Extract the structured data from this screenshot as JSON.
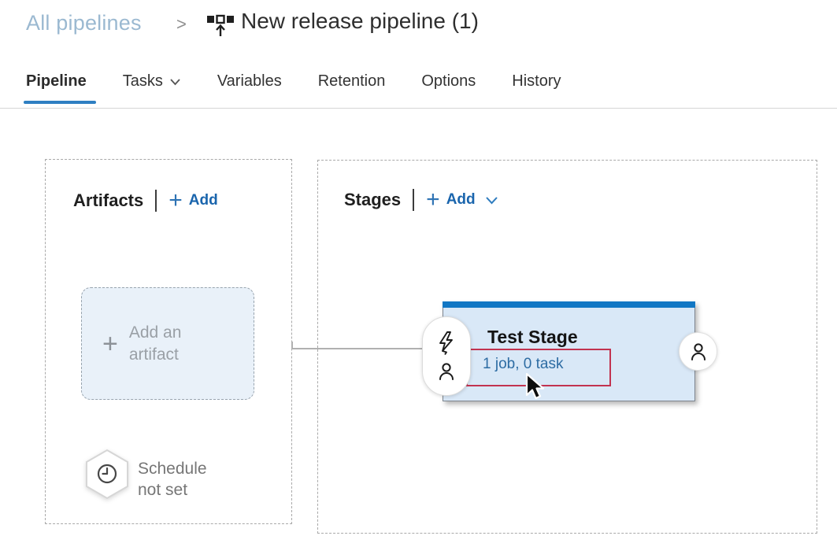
{
  "breadcrumb": {
    "all_pipelines": "All pipelines",
    "separator": ">"
  },
  "header": {
    "title": "New release pipeline (1)"
  },
  "tabs": [
    {
      "label": "Pipeline",
      "active": true
    },
    {
      "label": "Tasks",
      "dropdown": true
    },
    {
      "label": "Variables"
    },
    {
      "label": "Retention"
    },
    {
      "label": "Options"
    },
    {
      "label": "History"
    }
  ],
  "artifacts": {
    "title": "Artifacts",
    "separator": "|",
    "plus_icon": "+",
    "add_label": "Add",
    "placeholder": {
      "plus_icon": "+",
      "line1": "Add an",
      "line2": "artifact"
    },
    "schedule": {
      "line1": "Schedule",
      "line2": "not set"
    }
  },
  "stages": {
    "title": "Stages",
    "separator": "|",
    "plus_icon": "+",
    "add_label": "Add"
  },
  "stage_card": {
    "name": "Test Stage",
    "link": "1 job, 0 task"
  },
  "icons": {
    "breadcrumb_title": "release-pipeline-icon",
    "tasks_tab": "chevron-down-icon",
    "stages_add": "chevron-down-icon",
    "pill": [
      "lightning-icon",
      "person-icon"
    ],
    "circle": "person-icon",
    "schedule": "clock-icon in hexagon-badge",
    "pointer": "cursor-icon"
  },
  "colors": {
    "breadcrumb_blue": "#9bb9d1",
    "tab_accent": "#2e7fc2",
    "add_link_blue": "#1a65ad",
    "card_bg": "#d9e8f7",
    "card_top_bar": "#1177c4",
    "card_border": "#7d858e",
    "meta_link_blue": "#2d6ca3",
    "annotation_red": "#c23350",
    "placeholder_bg": "#e9f1f9",
    "muted_text": "#9aa0a6",
    "schedule_text": "#767676"
  }
}
